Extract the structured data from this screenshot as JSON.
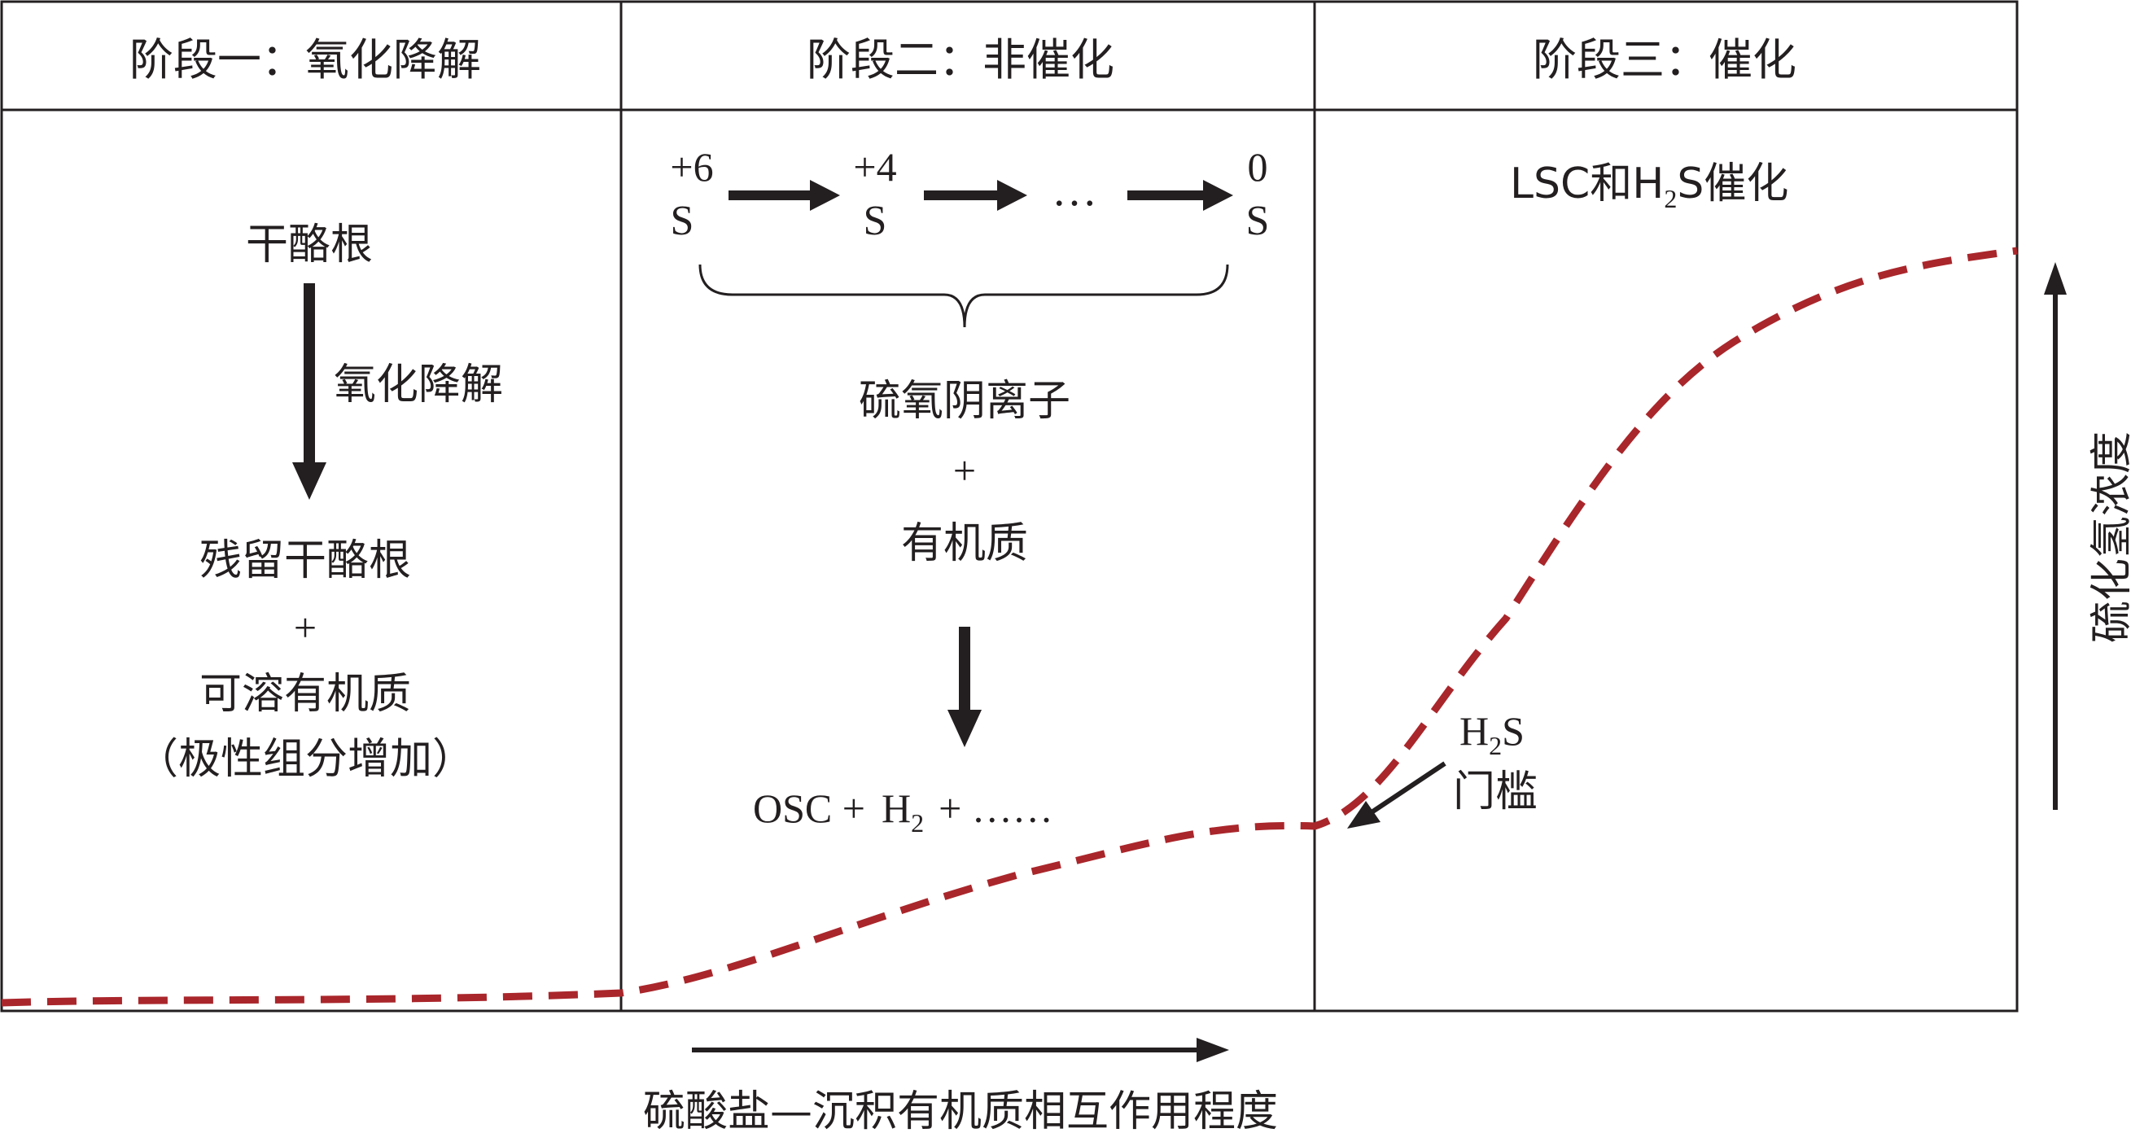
{
  "stages": [
    {
      "title": "阶段一：氧化降解"
    },
    {
      "title": "阶段二：非催化"
    },
    {
      "title": "阶段三：催化"
    }
  ],
  "stage1": {
    "start": "干酪根",
    "arrow_label": "氧化降解",
    "product_line1": "残留干酪根",
    "plus": "+",
    "product_line2": "可溶有机质",
    "product_line3": "（极性组分增加）"
  },
  "stage2": {
    "oxidation_states": [
      "+6",
      "+4",
      "0"
    ],
    "sulfur": "S",
    "ellipsis": "…",
    "reactant_line1": "硫氧阴离子",
    "plus": "+",
    "reactant_line2": "有机质",
    "products": {
      "osc": "OSC +",
      "h": "H",
      "h_sub": "2",
      "rest": "+ ……"
    }
  },
  "stage3": {
    "label_pre": "LSC和H",
    "label_sub": "2",
    "label_post": "S催化",
    "threshold_h": "H",
    "threshold_sub": "2",
    "threshold_s": "S",
    "threshold_word": "门槛"
  },
  "x_axis_label": "硫酸盐—沉积有机质相互作用程度",
  "y_axis_label": "硫化氢浓度",
  "colors": {
    "curve": "#a9262b",
    "ink": "#231f20",
    "background": "#ffffff"
  }
}
